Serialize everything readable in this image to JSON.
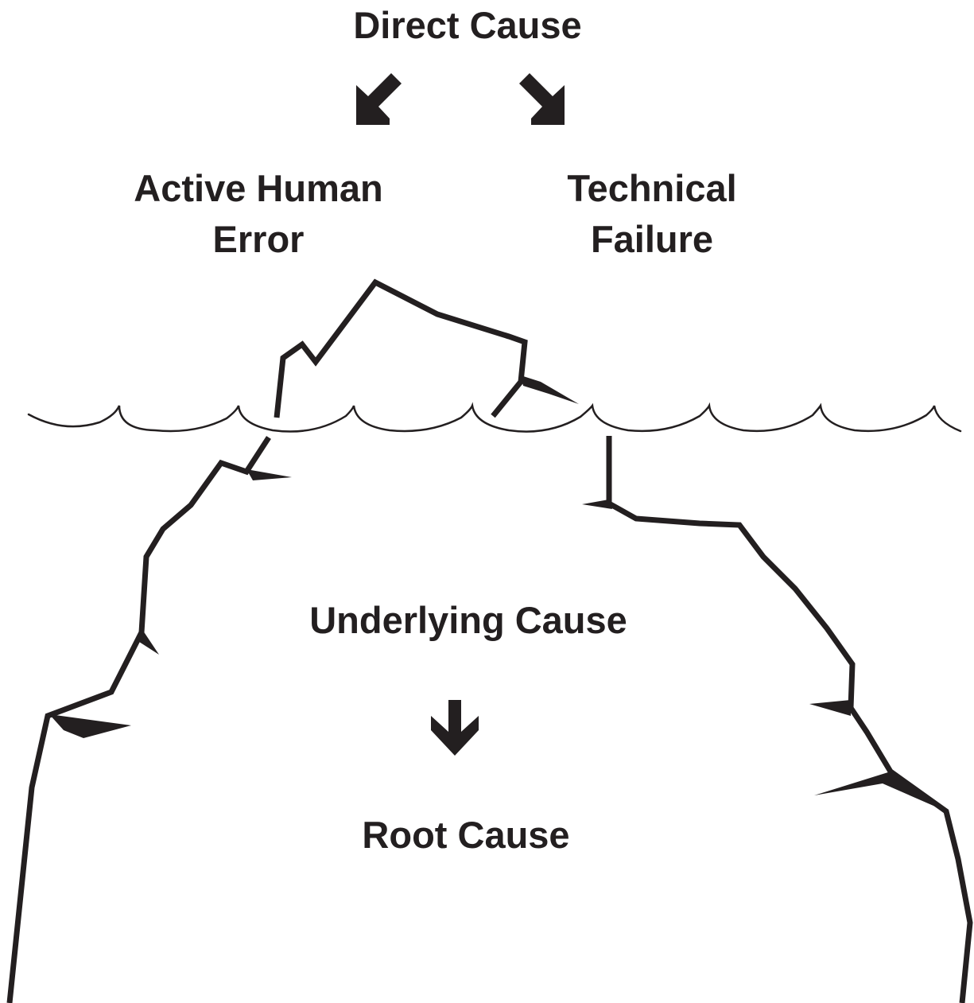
{
  "diagram": {
    "direct_cause": "Direct Cause",
    "active_human_error": [
      "Active Human",
      "Error"
    ],
    "technical_failure": [
      "Technical",
      "Failure"
    ],
    "underlying_cause": "Underlying Cause",
    "root_cause": "Root Cause"
  },
  "colors": {
    "ink": "#231f20",
    "background": "#ffffff"
  },
  "icons": [
    "arrow-down-left-icon",
    "arrow-down-right-icon",
    "arrow-down-icon",
    "iceberg-illustration",
    "water-waves"
  ]
}
